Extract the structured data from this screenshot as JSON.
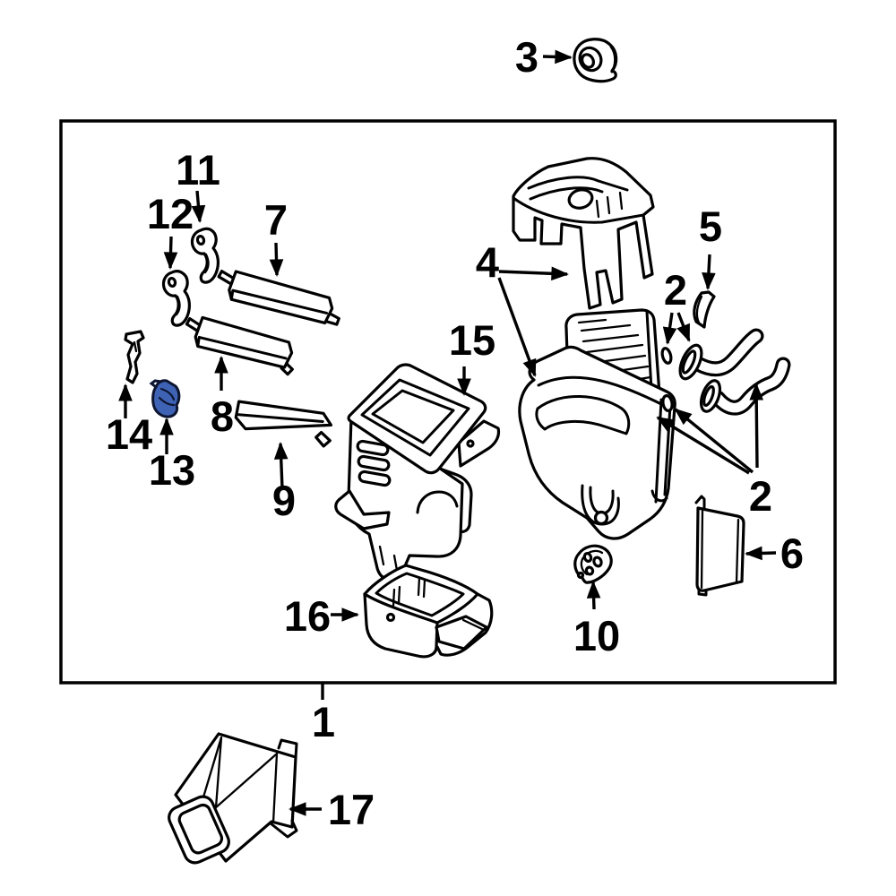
{
  "diagram": {
    "type": "exploded-parts-diagram",
    "colors": {
      "background": "#ffffff",
      "line": "#000000",
      "highlight": "#3e63b4"
    },
    "highlighted_part_label": "13",
    "callouts": {
      "c1": "1",
      "c2a": "2",
      "c2b": "2",
      "c3": "3",
      "c4": "4",
      "c5": "5",
      "c6": "6",
      "c7": "7",
      "c8": "8",
      "c9": "9",
      "c10": "10",
      "c11": "11",
      "c12": "12",
      "c13": "13",
      "c14": "14",
      "c15": "15",
      "c16": "16",
      "c17": "17"
    }
  }
}
